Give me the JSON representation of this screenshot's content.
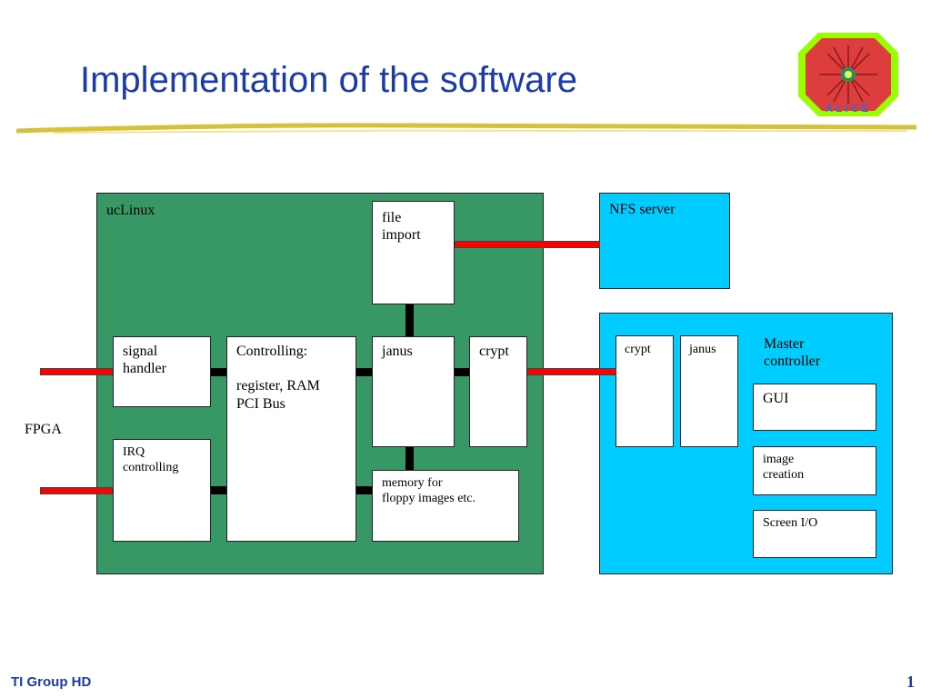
{
  "slide": {
    "title": "Implementation of the software",
    "footer_left": "TI Group HD",
    "page_number": "1",
    "logo": {
      "text": "ALICE",
      "icon": "alice-logo"
    }
  },
  "diagram": {
    "uclinux": {
      "label": "ucLinux",
      "blocks": {
        "file_import": "file\nimport",
        "signal_handler": "signal\nhandler",
        "controlling": "Controlling:\n\nregister, RAM\nPCI Bus",
        "janus": "janus",
        "crypt": "crypt",
        "irq_controlling": "IRQ\ncontrolling",
        "memory": "memory  for\nfloppy images etc."
      }
    },
    "nfs_server": {
      "label": "NFS server"
    },
    "master_controller": {
      "label": "Master\ncontroller",
      "blocks": {
        "crypt": "crypt",
        "janus": "janus",
        "gui": "GUI",
        "image_creation": "image\ncreation",
        "screen_io": "Screen I/O"
      }
    },
    "fpga_label": "FPGA",
    "colors": {
      "title": "#1b3ba8",
      "uclinux_bg": "#379866",
      "master_bg": "#00ccff",
      "red_link": "#ff0000",
      "black_link": "#000000",
      "logo_outer": "#99ff00",
      "logo_inner": "#e0443e"
    }
  }
}
